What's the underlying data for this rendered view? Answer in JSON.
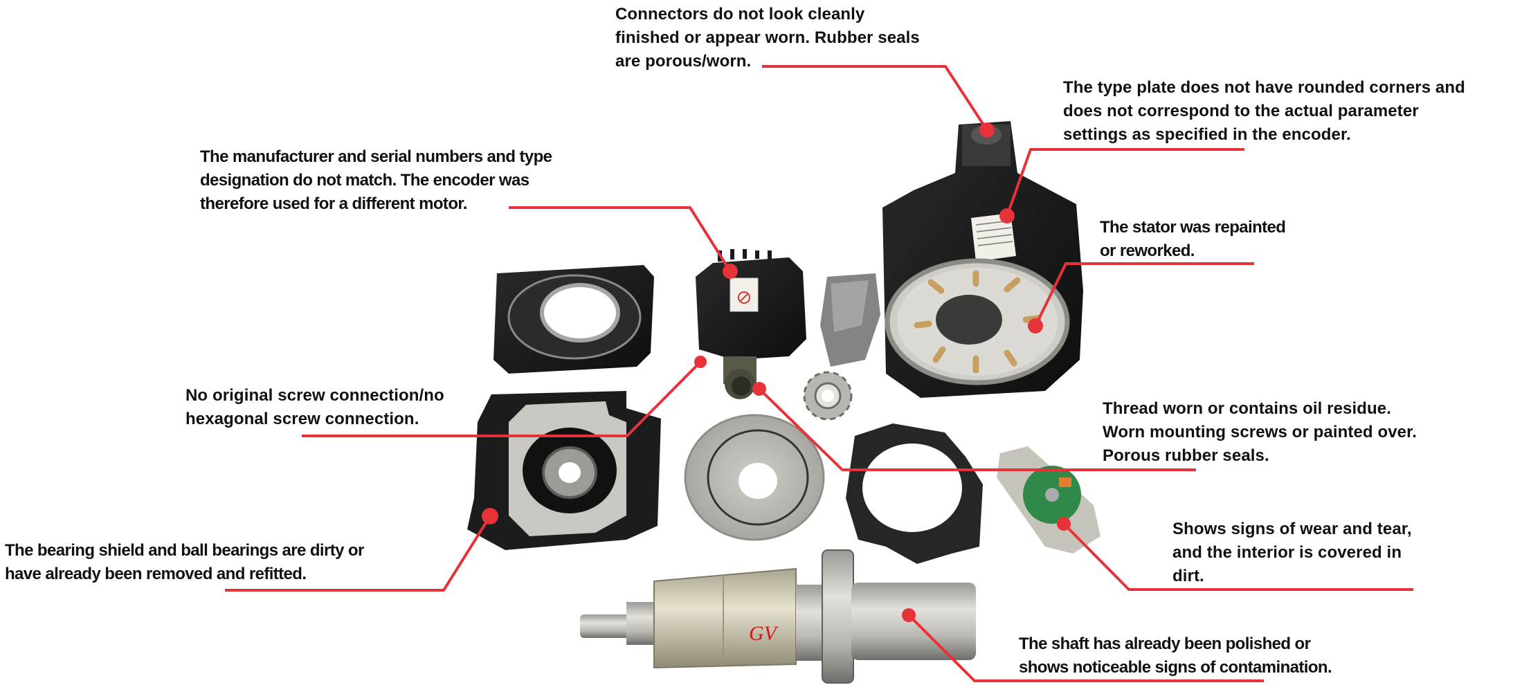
{
  "diagram": {
    "accent_color": "#e8323a",
    "subject": "disassembled servo motor components",
    "callouts": [
      {
        "id": "connectors",
        "lines": [
          "Connectors do not look cleanly",
          "finished or appear worn. Rubber seals",
          "are porous/worn."
        ],
        "target": "motor connector"
      },
      {
        "id": "type-plate",
        "lines": [
          "The type plate does not have rounded corners and",
          "does not correspond to the actual parameter",
          "settings as specified in the encoder."
        ],
        "target": "motor type plate"
      },
      {
        "id": "stator",
        "lines": [
          "The stator was repainted",
          "or reworked."
        ],
        "target": "stator face"
      },
      {
        "id": "manufacturer",
        "lines": [
          "The manufacturer and serial numbers and type",
          "designation do not match. The encoder was",
          "therefore used for a different motor."
        ],
        "target": "encoder label"
      },
      {
        "id": "screw",
        "lines": [
          "No original screw connection/no",
          "hexagonal screw connection."
        ],
        "target": "encoder mounting screw"
      },
      {
        "id": "thread",
        "lines": [
          "Thread worn or contains oil residue.",
          "Worn mounting screws or painted over.",
          "Porous rubber seals."
        ],
        "target": "encoder connector thread"
      },
      {
        "id": "wear",
        "lines": [
          "Shows signs of wear and tear,",
          "and the interior is covered in",
          "dirt."
        ],
        "target": "encoder circuit board"
      },
      {
        "id": "bearing",
        "lines": [
          "The bearing shield and ball bearings are dirty or",
          "have already been removed and refitted."
        ],
        "target": "bearing shield"
      },
      {
        "id": "shaft",
        "lines": [
          "The shaft has already been polished or",
          "shows noticeable signs of contamination."
        ],
        "target": "rotor shaft"
      }
    ],
    "rotor_marking": "GV"
  }
}
